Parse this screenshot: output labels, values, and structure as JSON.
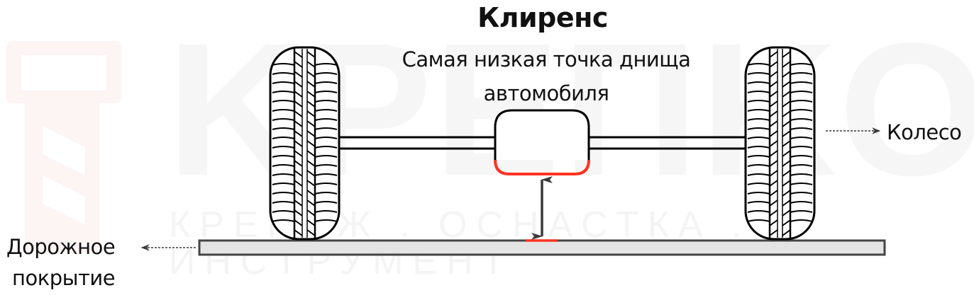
{
  "title": "Клиренс",
  "subtitle": {
    "line1": "Самая низкая точка днища",
    "line2": "автомобиля"
  },
  "labels": {
    "wheel": "Колесо",
    "road_line1": "Дорожное",
    "road_line2": "покрытие"
  },
  "watermark": {
    "brand": "KPEПKOM",
    "tagline": "КРЕПЕЖ . ОСНАСТКА . ИНСТРУМЕНТ"
  },
  "colors": {
    "outline": "#000000",
    "highlight": "#ff3322",
    "road_fill": "#e4e4e4",
    "road_stroke": "#444444",
    "arrow": "#3a3a3a",
    "watermark": "#f6f6f6",
    "watermark_logo": "#fdf4f4"
  }
}
